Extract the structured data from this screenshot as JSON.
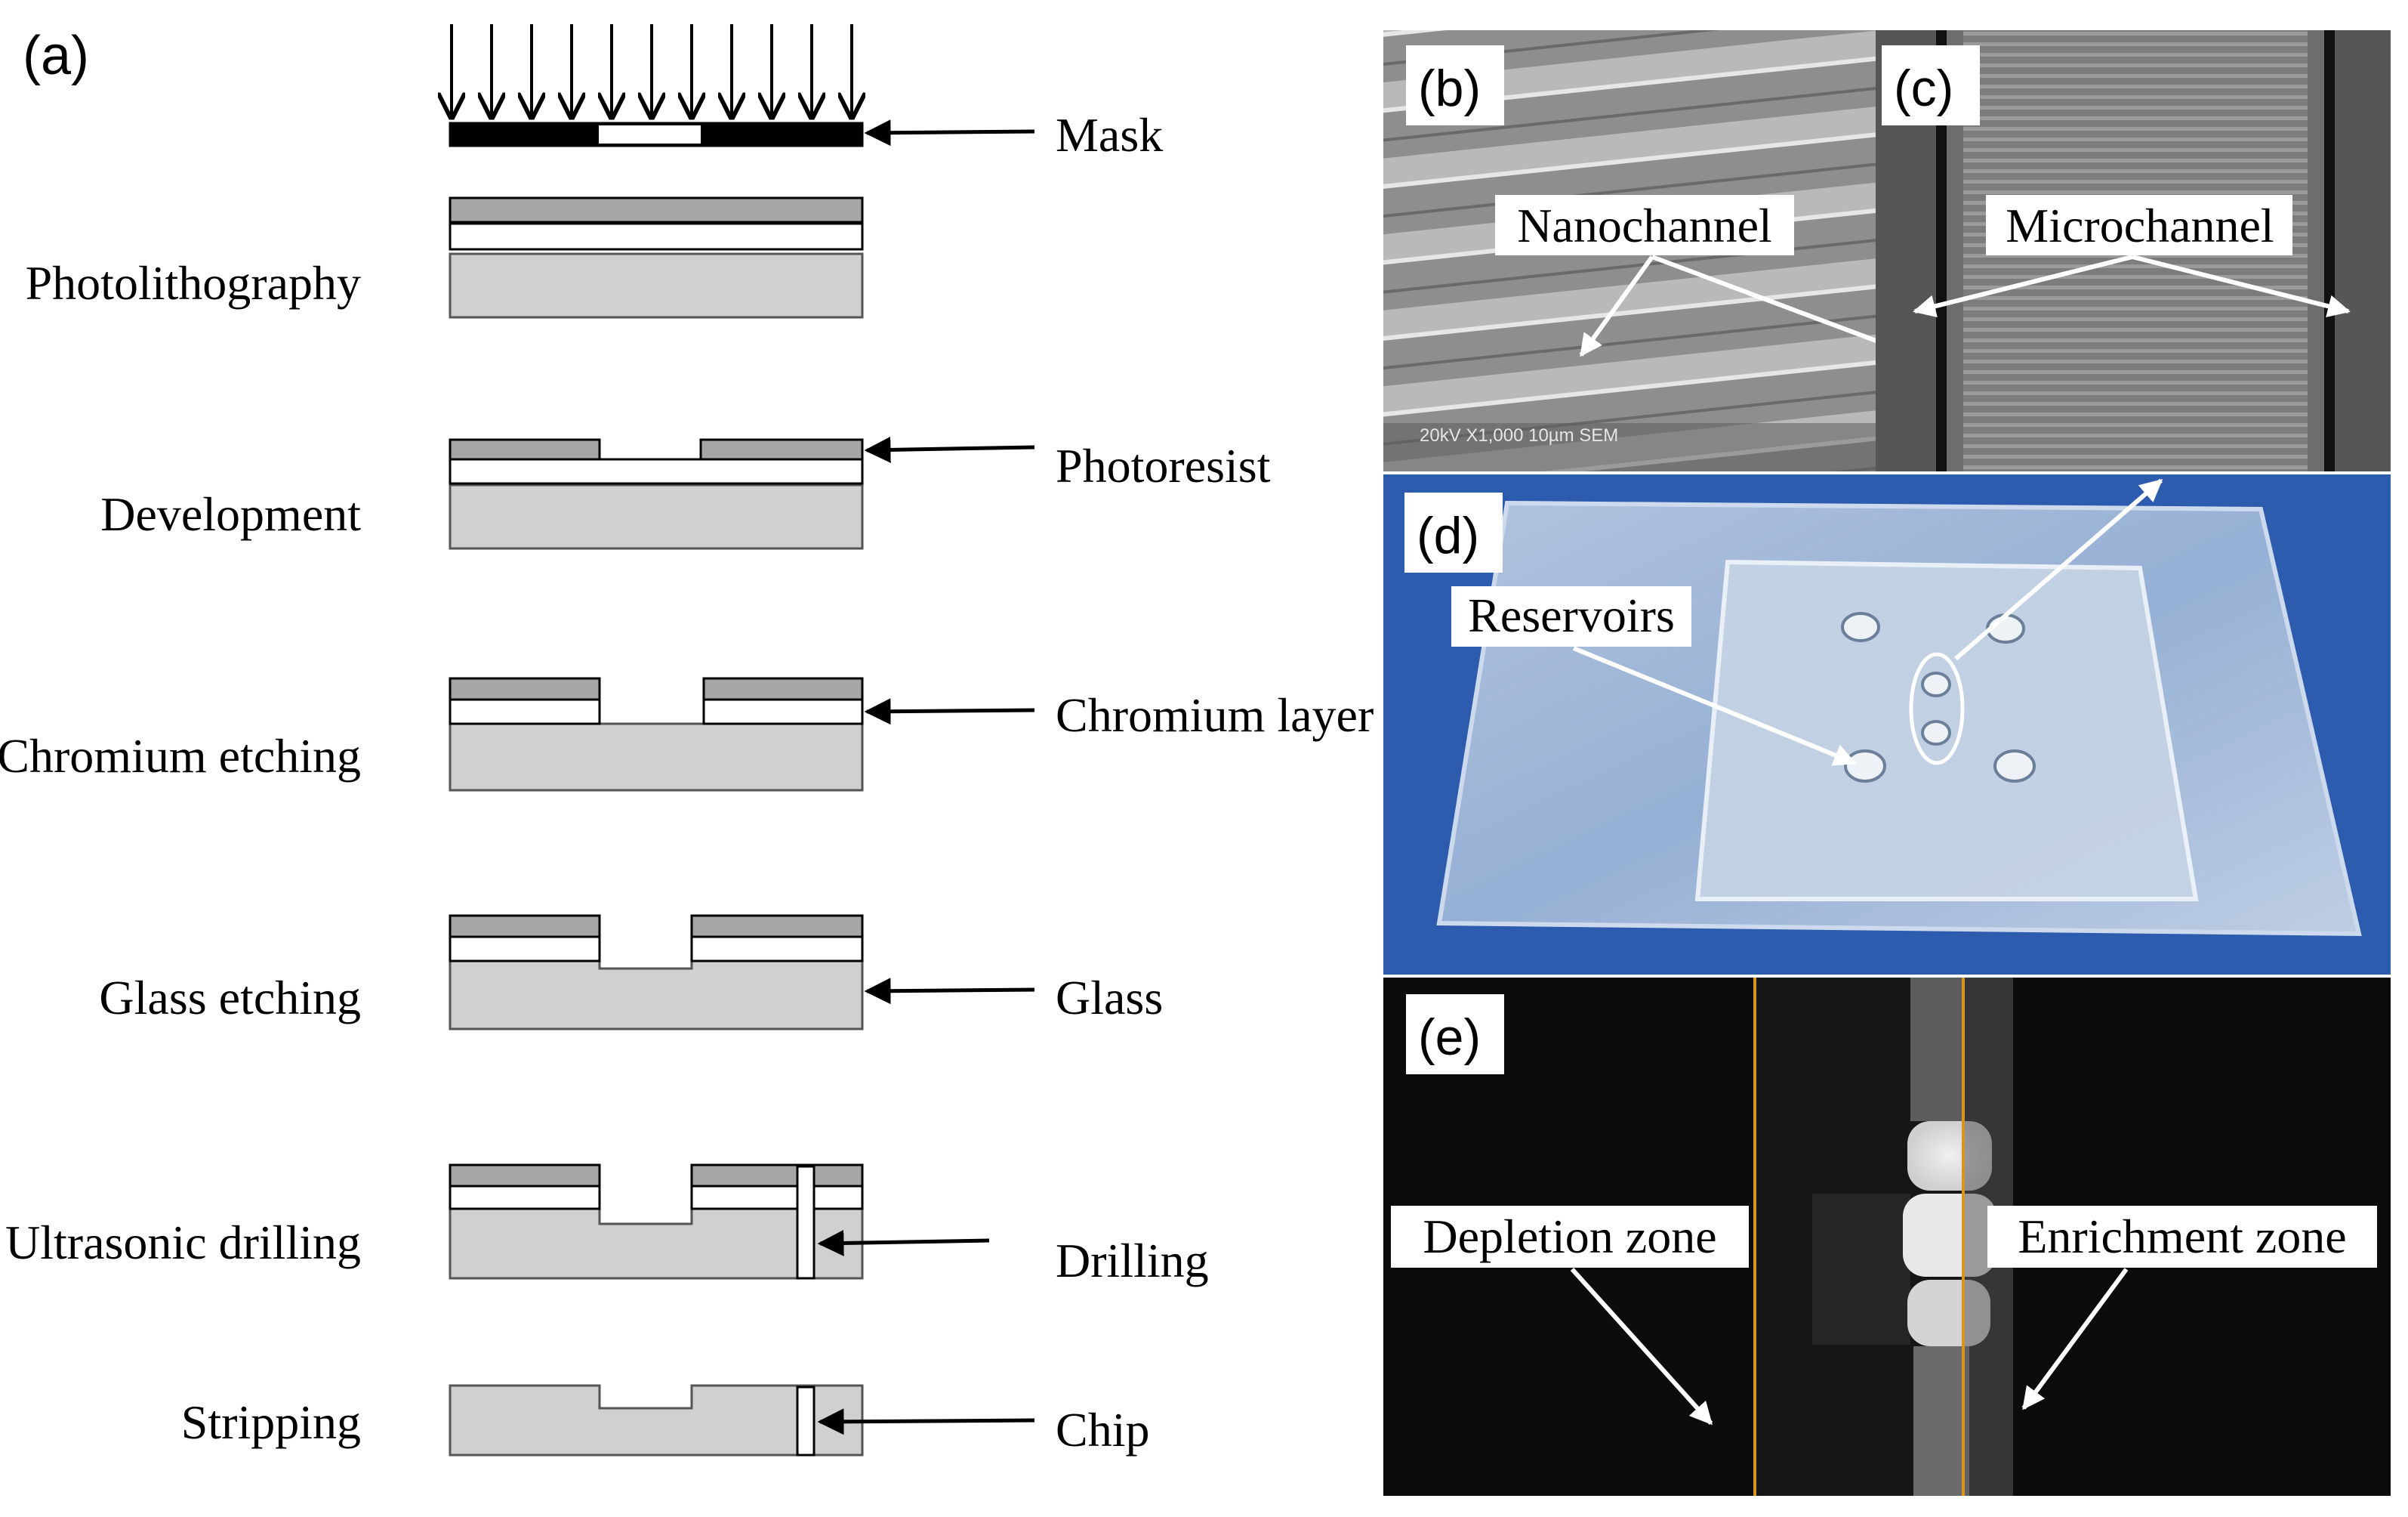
{
  "panel_a": {
    "tag": "(a)",
    "steps": [
      {
        "label": "Photolithography"
      },
      {
        "label": "Development"
      },
      {
        "label": "Chromium etching"
      },
      {
        "label": "Glass etching"
      },
      {
        "label": "Ultrasonic drilling"
      },
      {
        "label": "Stripping"
      }
    ],
    "callouts": {
      "mask": "Mask",
      "photoresist": "Photoresist",
      "chromium": "Chromium layer",
      "glass": "Glass",
      "drilling": "Drilling",
      "chip": "Chip"
    }
  },
  "panel_b": {
    "tag": "(b)",
    "label": "Nanochannel",
    "sem_footer": "20kV   X1,000   10µm        SEM"
  },
  "panel_c": {
    "tag": "(c)",
    "label": "Microchannel"
  },
  "panel_d": {
    "tag": "(d)",
    "label": "Reservoirs"
  },
  "panel_e": {
    "tag": "(e)",
    "label_left": "Depletion zone",
    "label_right": "Enrichment zone"
  },
  "colors": {
    "photoresist": "#a6a6a6",
    "chromium": "#ffffff",
    "glass": "#d0d0d0",
    "mask": "#000000",
    "sem_bg": "#8f8f8f",
    "photo_bg": "#2d5cae",
    "fluor_bg": "#0c0c0c",
    "zone_line": "#d6961e"
  }
}
